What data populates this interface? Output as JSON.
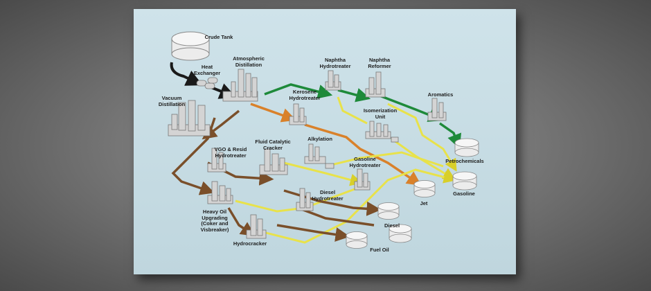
{
  "labels": {
    "crude_tank": "Crude Tank",
    "heat_exchanger": "Heat\nExchanger",
    "atmospheric_distillation": "Atmospheric\nDistillation",
    "vacuum_distillation": "Vacuum\nDistillation",
    "naphtha_hydrotreater": "Naphtha\nHydrotreater",
    "naphtha_reformer": "Naphtha\nReformer",
    "kerosene_hydrotreater": "Kerosene\nHydrotreater",
    "isomerization_unit": "Isomerization\nUnit",
    "aromatics": "Aromatics",
    "petrochemicals": "Petrochemicals",
    "fluid_catalytic_cracker": "Fluid Catalytic\nCracker",
    "alkylation": "Alkylation",
    "vgo_resid_hydrotreater": "VGO & Resid\nHydrotreater",
    "gasoline_hydrotreater": "Gasoline\nHydrotreater",
    "gasoline": "Gasoline",
    "jet": "Jet",
    "diesel_hydrotreater": "Diesel\nHydrotreater",
    "diesel": "Diesel",
    "heavy_oil_upgrading": "Heavy Oil\nUpgrading\n(Coker and\nVisbreaker)",
    "hydrocracker": "Hydrocracker",
    "fuel_oil": "Fuel Oil"
  },
  "colors": {
    "crude_stream": "#1a1a1a",
    "naphtha_stream": "#1e8a3a",
    "kerosene_stream": "#d9812a",
    "gasoline_stream": "#e8e24a",
    "heavy_stream": "#7a4f2a",
    "equipment": "#d4d4d4",
    "tank": "#ececec"
  },
  "icons": [
    "tank-icon",
    "heat-exchanger-icon",
    "distillation-tower-icon",
    "process-unit-icon"
  ]
}
